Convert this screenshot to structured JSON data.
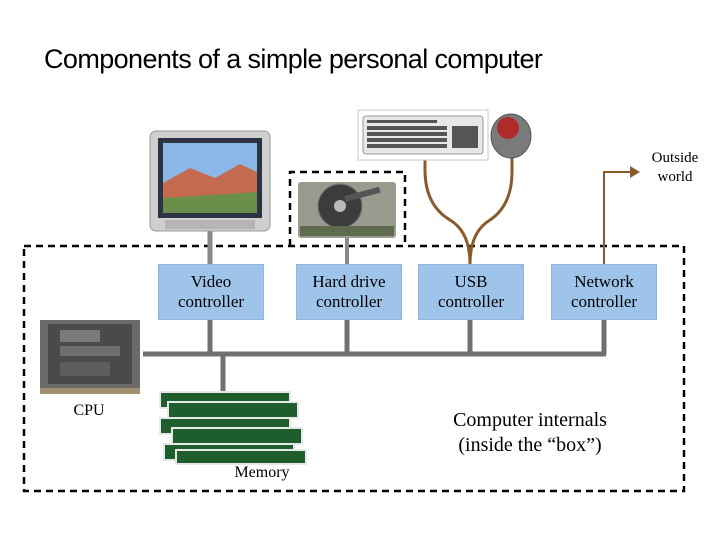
{
  "title": "Components of a simple personal computer",
  "controllers": [
    {
      "label": "Video\ncontroller"
    },
    {
      "label": "Hard drive\ncontroller"
    },
    {
      "label": "USB\ncontroller"
    },
    {
      "label": "Network\ncontroller"
    }
  ],
  "labels": {
    "outside_world": "Outside\nworld",
    "cpu": "CPU",
    "memory": "Memory",
    "internals": "Computer internals\n(inside the “box”)"
  },
  "colors": {
    "controller_fill": "#9ec4ea",
    "bus": "#707070",
    "usb_cable": "#8b5a2b"
  }
}
